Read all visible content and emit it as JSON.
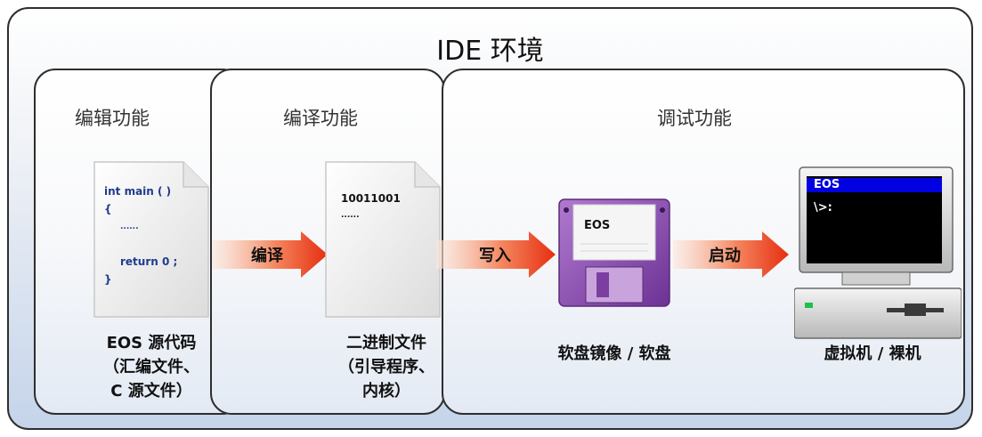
{
  "frame": {
    "title": "IDE 环境"
  },
  "panels": {
    "edit": {
      "title": "编辑功能"
    },
    "compile": {
      "title": "编译功能"
    },
    "debug": {
      "title": "调试功能"
    }
  },
  "source_doc": {
    "line1": "int main ( )",
    "line2": "{",
    "line3": "......",
    "line4": "return 0 ;",
    "line5": "}",
    "caption_line1": "EOS 源代码",
    "caption_line2": "（汇编文件、",
    "caption_line3": "C 源文件）"
  },
  "binary_doc": {
    "line1": "10011001",
    "line2": "......",
    "caption_line1": "二进制文件",
    "caption_line2": "（引导程序、",
    "caption_line3": "内核）"
  },
  "arrows": {
    "compile": "编译",
    "write": "写入",
    "boot": "启动"
  },
  "floppy": {
    "label": "EOS",
    "caption": "软盘镜像 / 软盘"
  },
  "computer": {
    "screen_title": "EOS",
    "screen_prompt": "\\>:",
    "caption": "虚拟机 / 裸机"
  },
  "colors": {
    "arrow_start": "#fbe3d6",
    "arrow_end": "#e8361c",
    "floppy_body": "#8e4fb3",
    "screen_bg": "#000000",
    "screen_bar": "#0000e0"
  }
}
